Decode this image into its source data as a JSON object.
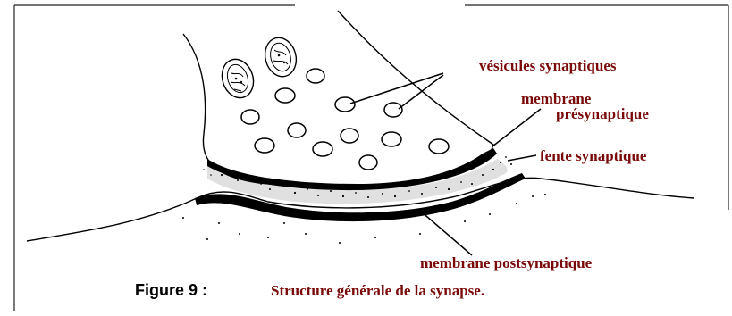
{
  "labels": {
    "vesicles": "vésicules synaptiques",
    "pre_membrane_line1": "membrane",
    "pre_membrane_line2": "présynaptique",
    "cleft": "fente synaptique",
    "post_membrane": "membrane postsynaptique"
  },
  "caption": {
    "number": "Figure 9 :",
    "title": "Structure générale de la synapse."
  },
  "colors": {
    "label_text": "#7a0a0a",
    "ink": "#000000",
    "frame": "#222222"
  }
}
